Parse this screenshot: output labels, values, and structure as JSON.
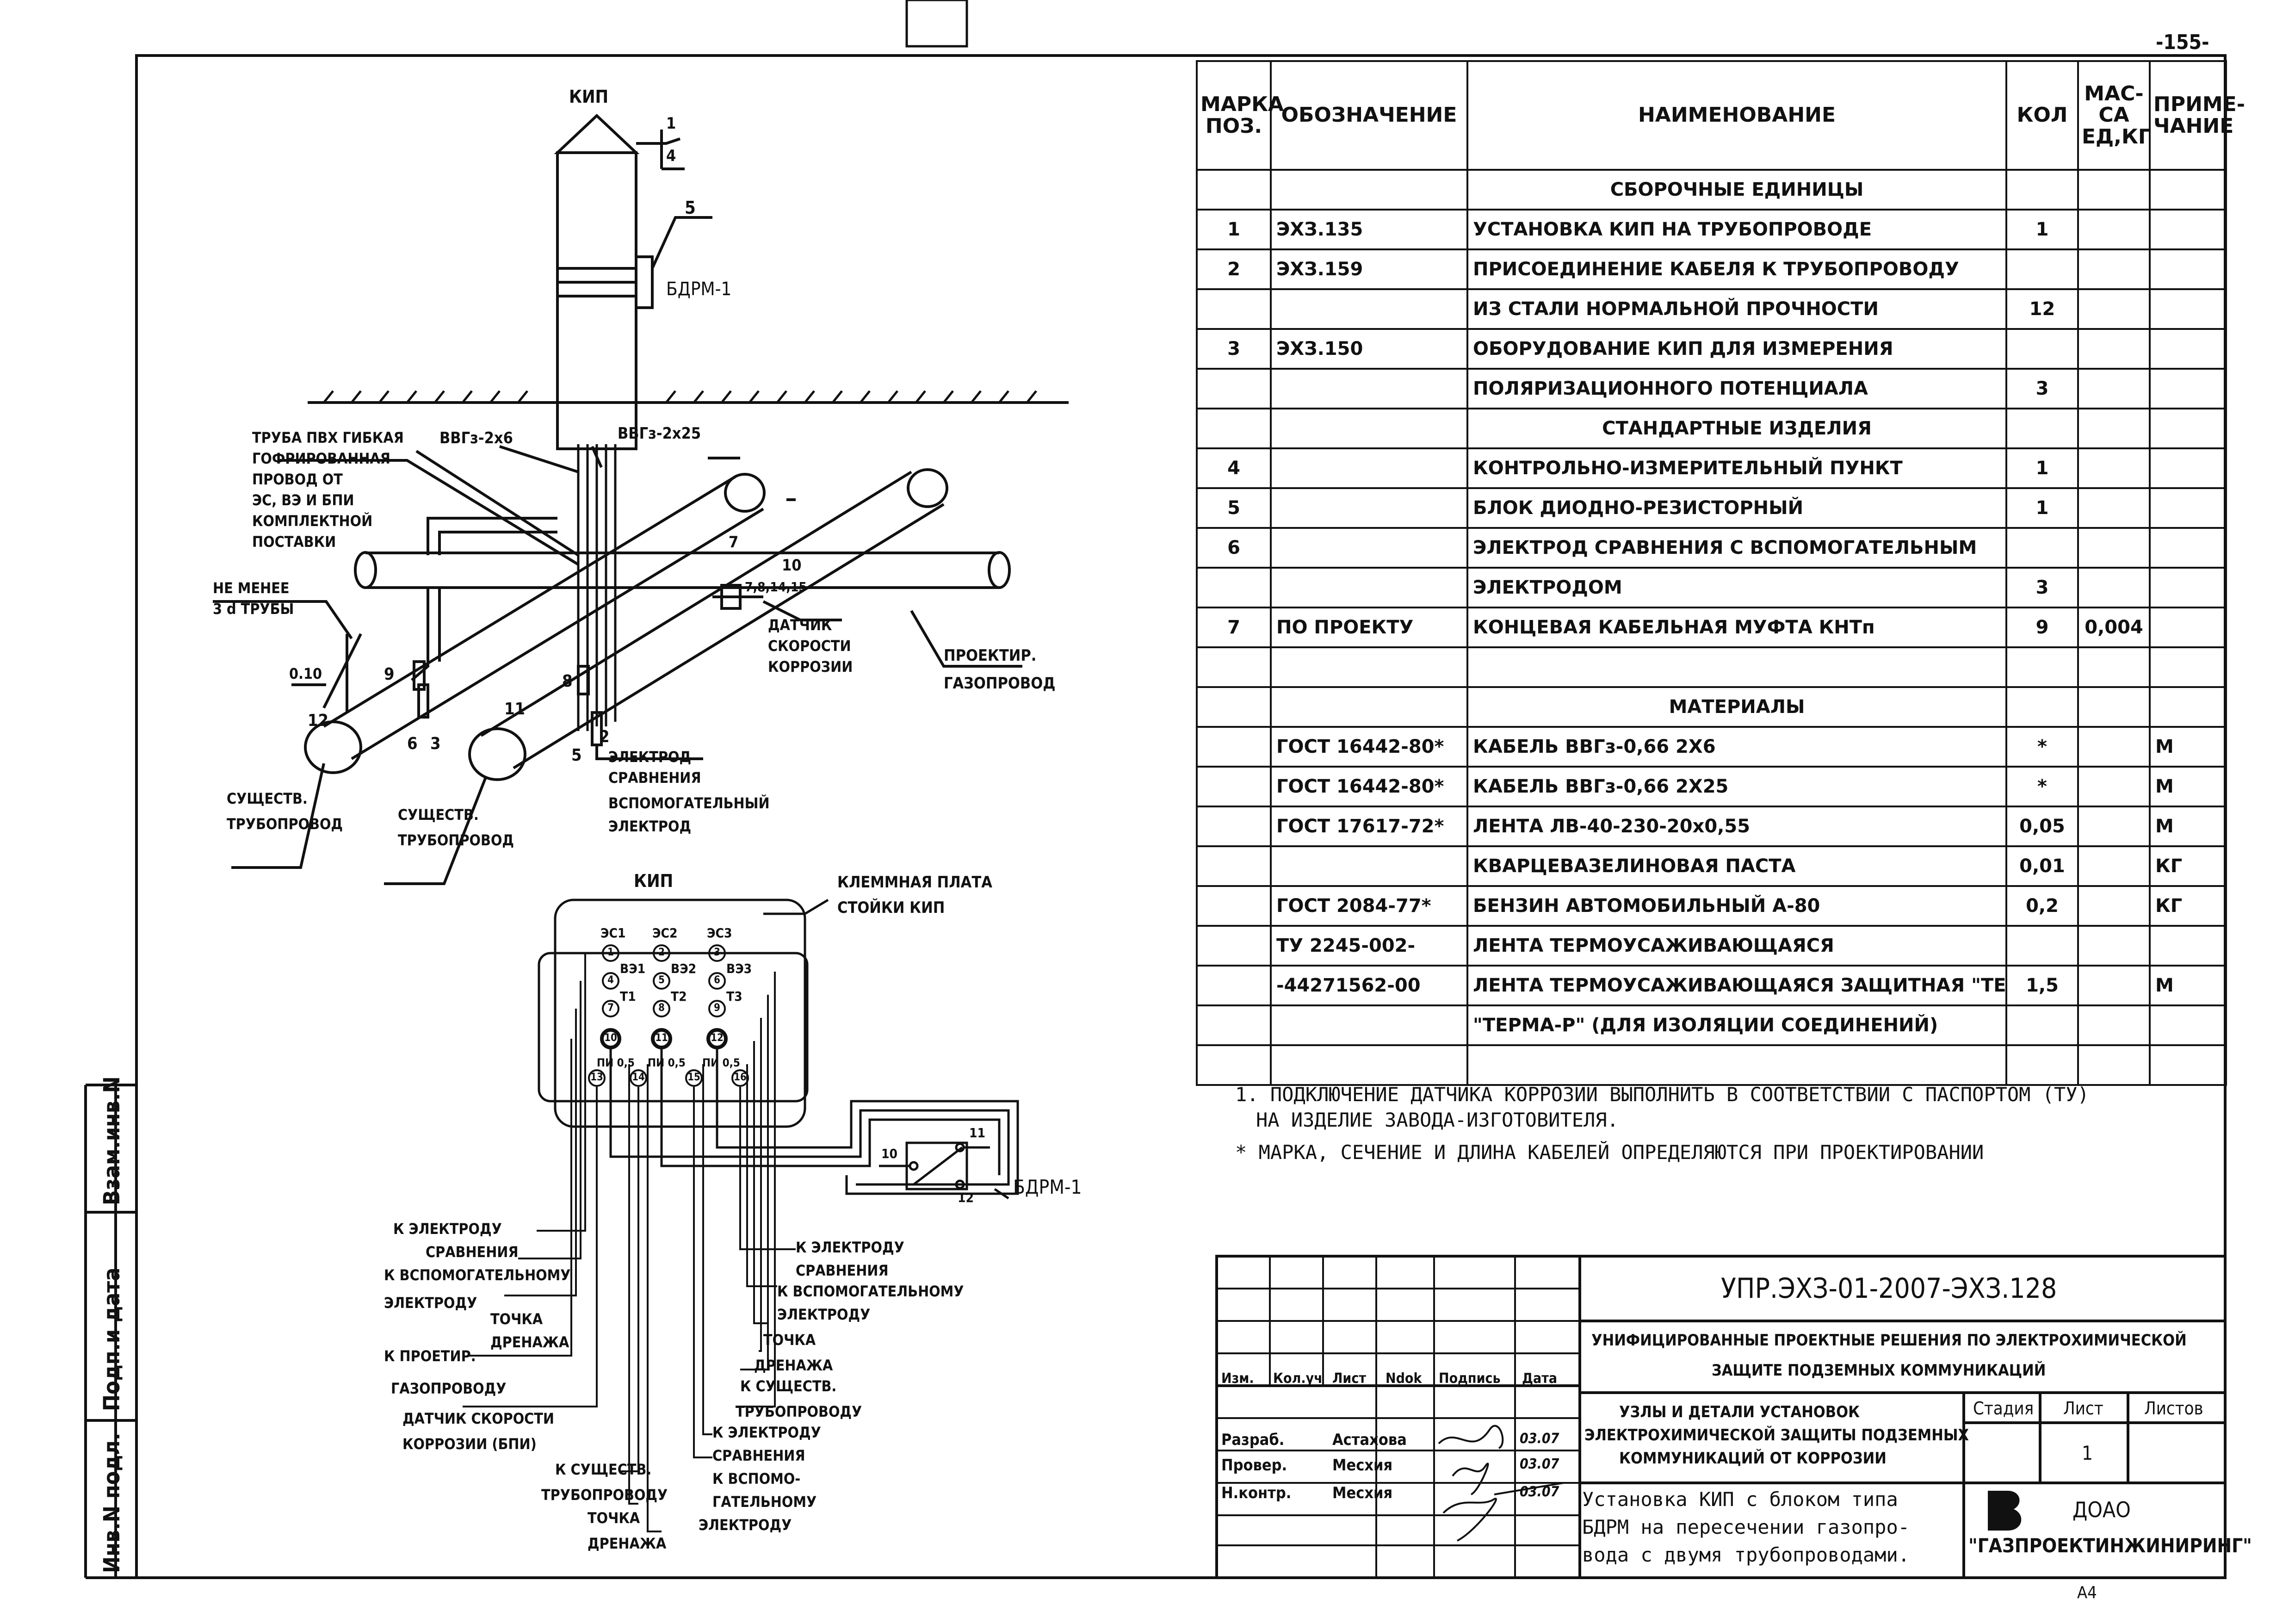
{
  "sheet_number": "-155-",
  "format": "А4",
  "left_stamp": [
    "Инв.N подл.",
    "Подп.и дата",
    "Взам.инв.N"
  ],
  "spec_table": {
    "headers": {
      "pos": "МАРКА ПОЗ.",
      "designation": "ОБОЗНАЧЕНИЕ",
      "name": "НАИМЕНОВАНИЕ",
      "qty": "КОЛ",
      "mass": "МАС- СА ЕД,КГ",
      "note": "ПРИМЕ- ЧАНИЕ"
    },
    "rows": [
      {
        "pos": "",
        "designation": "",
        "name": "СБОРОЧНЫЕ ЕДИНИЦЫ",
        "qty": "",
        "mass": "",
        "note": "",
        "section": true
      },
      {
        "pos": "1",
        "designation": "ЭХЗ.135",
        "name": "УСТАНОВКА КИП НА ТРУБОПРОВОДЕ",
        "qty": "1",
        "mass": "",
        "note": ""
      },
      {
        "pos": "2",
        "designation": "ЭХЗ.159",
        "name": "ПРИСОЕДИНЕНИЕ КАБЕЛЯ К ТРУБОПРОВОДУ",
        "qty": "",
        "mass": "",
        "note": ""
      },
      {
        "pos": "",
        "designation": "",
        "name": "ИЗ СТАЛИ НОРМАЛЬНОЙ ПРОЧНОСТИ",
        "qty": "12",
        "mass": "",
        "note": ""
      },
      {
        "pos": "3",
        "designation": "ЭХЗ.150",
        "name": "ОБОРУДОВАНИЕ КИП ДЛЯ ИЗМЕРЕНИЯ",
        "qty": "",
        "mass": "",
        "note": ""
      },
      {
        "pos": "",
        "designation": "",
        "name": "ПОЛЯРИЗАЦИОННОГО ПОТЕНЦИАЛА",
        "qty": "3",
        "mass": "",
        "note": ""
      },
      {
        "pos": "",
        "designation": "",
        "name": "СТАНДАРТНЫЕ ИЗДЕЛИЯ",
        "qty": "",
        "mass": "",
        "note": "",
        "section": true
      },
      {
        "pos": "4",
        "designation": "",
        "name": "КОНТРОЛЬНО-ИЗМЕРИТЕЛЬНЫЙ ПУНКТ",
        "qty": "1",
        "mass": "",
        "note": ""
      },
      {
        "pos": "5",
        "designation": "",
        "name": "БЛОК ДИОДНО-РЕЗИСТОРНЫЙ",
        "qty": "1",
        "mass": "",
        "note": ""
      },
      {
        "pos": "6",
        "designation": "",
        "name": "ЭЛЕКТРОД СРАВНЕНИЯ С ВСПОМОГАТЕЛЬНЫМ",
        "qty": "",
        "mass": "",
        "note": ""
      },
      {
        "pos": "",
        "designation": "",
        "name": "ЭЛЕКТРОДОМ",
        "qty": "3",
        "mass": "",
        "note": ""
      },
      {
        "pos": "7",
        "designation": "ПО ПРОЕКТУ",
        "name": "КОНЦЕВАЯ КАБЕЛЬНАЯ МУФТА КНТп",
        "qty": "9",
        "mass": "0,004",
        "note": ""
      },
      {
        "pos": "",
        "designation": "",
        "name": "",
        "qty": "",
        "mass": "",
        "note": ""
      },
      {
        "pos": "",
        "designation": "",
        "name": "МАТЕРИАЛЫ",
        "qty": "",
        "mass": "",
        "note": "",
        "section": true
      },
      {
        "pos": "",
        "designation": "ГОСТ 16442-80*",
        "name": "КАБЕЛЬ ВВГз-0,66 2Х6",
        "qty": "*",
        "mass": "",
        "note": "М"
      },
      {
        "pos": "",
        "designation": "ГОСТ 16442-80*",
        "name": "КАБЕЛЬ ВВГз-0,66 2Х25",
        "qty": "*",
        "mass": "",
        "note": "М"
      },
      {
        "pos": "",
        "designation": "ГОСТ 17617-72*",
        "name": "ЛЕНТА ЛВ-40-230-20х0,55",
        "qty": "0,05",
        "mass": "",
        "note": "М"
      },
      {
        "pos": "",
        "designation": "",
        "name": "КВАРЦЕВАЗЕЛИНОВАЯ ПАСТА",
        "qty": "0,01",
        "mass": "",
        "note": "КГ"
      },
      {
        "pos": "",
        "designation": "ГОСТ 2084-77*",
        "name": "БЕНЗИН АВТОМОБИЛЬНЫЙ А-80",
        "qty": "0,2",
        "mass": "",
        "note": "КГ"
      },
      {
        "pos": "",
        "designation": "ТУ 2245-002-",
        "name": "ЛЕНТА ТЕРМОУСАЖИВАЮЩАЯСЯ",
        "qty": "",
        "mass": "",
        "note": ""
      },
      {
        "pos": "",
        "designation": "-44271562-00",
        "name": "ЛЕНТА ТЕРМОУСАЖИВАЮЩАЯСЯ ЗАЩИТНАЯ \"ТЕРМА-РЗ\",",
        "qty": "1,5",
        "mass": "",
        "note": "М"
      },
      {
        "pos": "",
        "designation": "",
        "name": "\"ТЕРМА-Р\" (ДЛЯ ИЗОЛЯЦИИ СОЕДИНЕНИЙ)",
        "qty": "",
        "mass": "",
        "note": ""
      },
      {
        "pos": "",
        "designation": "",
        "name": "",
        "qty": "",
        "mass": "",
        "note": ""
      }
    ]
  },
  "notes": {
    "n1_line1": "1. ПОДКЛЮЧЕНИЕ ДАТЧИКА КОРРОЗИИ ВЫПОЛНИТЬ В СООТВЕТСТВИИ С ПАСПОРТОМ (ТУ)",
    "n1_line2": "НА ИЗДЕЛИЕ ЗАВОДА-ИЗГОТОВИТЕЛЯ.",
    "n2": "* МАРКА, СЕЧЕНИЕ И ДЛИНА КАБЕЛЕЙ ОПРЕДЕЛЯЮТСЯ ПРИ ПРОЕКТИРОВАНИИ"
  },
  "title_block": {
    "doc_code": "УПР.ЭХЗ-01-2007-ЭХЗ.128",
    "project_line1": "УНИФИЦИРОВАННЫЕ ПРОЕКТНЫЕ РЕШЕНИЯ ПО ЭЛЕКТРОХИМИЧЕСКОЙ",
    "project_line2": "ЗАЩИТЕ ПОДЗЕМНЫХ КОММУНИКАЦИЙ",
    "col_headers": [
      "Изм.",
      "Кол.уч",
      "Лист",
      "Ndok",
      "Подпись",
      "Дата"
    ],
    "staff": [
      {
        "role": "Разраб.",
        "name": "Астахова",
        "date": "03.07"
      },
      {
        "role": "Провер.",
        "name": "Месхия",
        "date": "03.07"
      },
      {
        "role": "Н.контр.",
        "name": "Месхия",
        "date": "03.07"
      }
    ],
    "section_line1": "УЗЛЫ И ДЕТАЛИ УСТАНОВОК",
    "section_line2": "ЭЛЕКТРОХИМИЧЕСКОЙ ЗАЩИТЫ ПОДЗЕМНЫХ",
    "section_line3": "КОММУНИКАЦИЙ ОТ КОРРОЗИИ",
    "stage_label": "Стадия",
    "sheet_label": "Лист",
    "sheets_label": "Листов",
    "sheet_value": "1",
    "drawing_line1": "Установка КИП с блоком типа",
    "drawing_line2": "БДРМ на пересечении газопро-",
    "drawing_line3": "вода с двумя трубопроводами.",
    "org_line1": "ДОАО",
    "org_line2": "\"ГАЗПРОЕКТИНЖИНИРИНГ\""
  },
  "drawing_top": {
    "kip": "КИП",
    "callout_1": "1",
    "callout_4": "4",
    "callout_5": "5",
    "bdrm": "БДРМ-1",
    "pipe_pvc": [
      "ТРУБА ПВХ ГИБКАЯ",
      "ГОФРИРОВАННАЯ",
      "ПРОВОД ОТ",
      "ЭС, ВЭ И БПИ",
      "КОМПЛЕКТНОЙ",
      "ПОСТАВКИ"
    ],
    "cable_6": "ВВГз-2х6",
    "cable_25": "ВВГз-2х25",
    "min_dist": [
      "НЕ МЕНЕЕ",
      "3 d ТРУБЫ"
    ],
    "dim_010": "0.10",
    "n7": "7",
    "n10": "10",
    "n9": "9",
    "n8": "8",
    "n11": "11",
    "n12": "12",
    "n6": "6",
    "n3": "3",
    "n5": "5",
    "n2": "2",
    "n_multi": "7,8,14,15",
    "sensor": [
      "ДАТЧИК",
      "СКОРОСТИ",
      "КОРРОЗИИ"
    ],
    "proj_pipe": [
      "ПРОЕКТИР.",
      "ГАЗОПРОВОД"
    ],
    "exist1": [
      "СУЩЕСТВ.",
      "ТРУБОПРОВОД"
    ],
    "exist2": [
      "СУЩЕСТВ.",
      "ТРУБОПРОВОД"
    ],
    "electrode": [
      "ЭЛЕКТРОД",
      "СРАВНЕНИЯ",
      "ВСПОМОГАТЕЛЬНЫЙ",
      "ЭЛЕКТРОД"
    ]
  },
  "drawing_bottom": {
    "kip": "КИП",
    "plate": [
      "КЛЕММНАЯ ПЛАТА",
      "СТОЙКИ КИП"
    ],
    "terminals_top": [
      "ЭС1",
      "ЭС2",
      "ЭС3"
    ],
    "ve": [
      "ВЭ1",
      "ВЭ2",
      "ВЭ3"
    ],
    "t": [
      "Т1",
      "Т2",
      "Т3"
    ],
    "pi": [
      "ПИ 0,5",
      "ПИ 0,5",
      "ПИ 0,5"
    ],
    "nums": [
      "1",
      "2",
      "3",
      "4",
      "5",
      "6",
      "7",
      "8",
      "9",
      "10",
      "11",
      "12",
      "13",
      "14",
      "15",
      "16"
    ],
    "bdrm": "БДРМ-1",
    "bdrm_nums": [
      "10",
      "11",
      "12"
    ],
    "left_labels": [
      "К ЭЛЕКТРОДУ",
      "СРАВНЕНИЯ",
      "К ВСПОМОГАТЕЛЬНОМУ",
      "ЭЛЕКТРОДУ",
      "ТОЧКА",
      "ДРЕНАЖА",
      "К ПРОЕТИР.",
      "ГАЗОПРОВОДУ",
      "ДАТЧИК СКОРОСТИ",
      "КОРРОЗИИ (БПИ)",
      "К СУЩЕСТВ.",
      "ТРУБОПРОВОДУ",
      "ТОЧКА",
      "ДРЕНАЖА"
    ],
    "right_labels": [
      "К ЭЛЕКТРОДУ",
      "СРАВНЕНИЯ",
      "К ВСПОМОГАТЕЛЬНОМУ",
      "ЭЛЕКТРОДУ",
      "ТОЧКА",
      "ДРЕНАЖА",
      "К СУЩЕСТВ.",
      "ТРУБОПРОВОДУ",
      "К ЭЛЕКТРОДУ",
      "СРАВНЕНИЯ",
      "К ВСПОМО-",
      "ГАТЕЛЬНОМУ",
      "ЭЛЕКТРОДУ"
    ]
  }
}
